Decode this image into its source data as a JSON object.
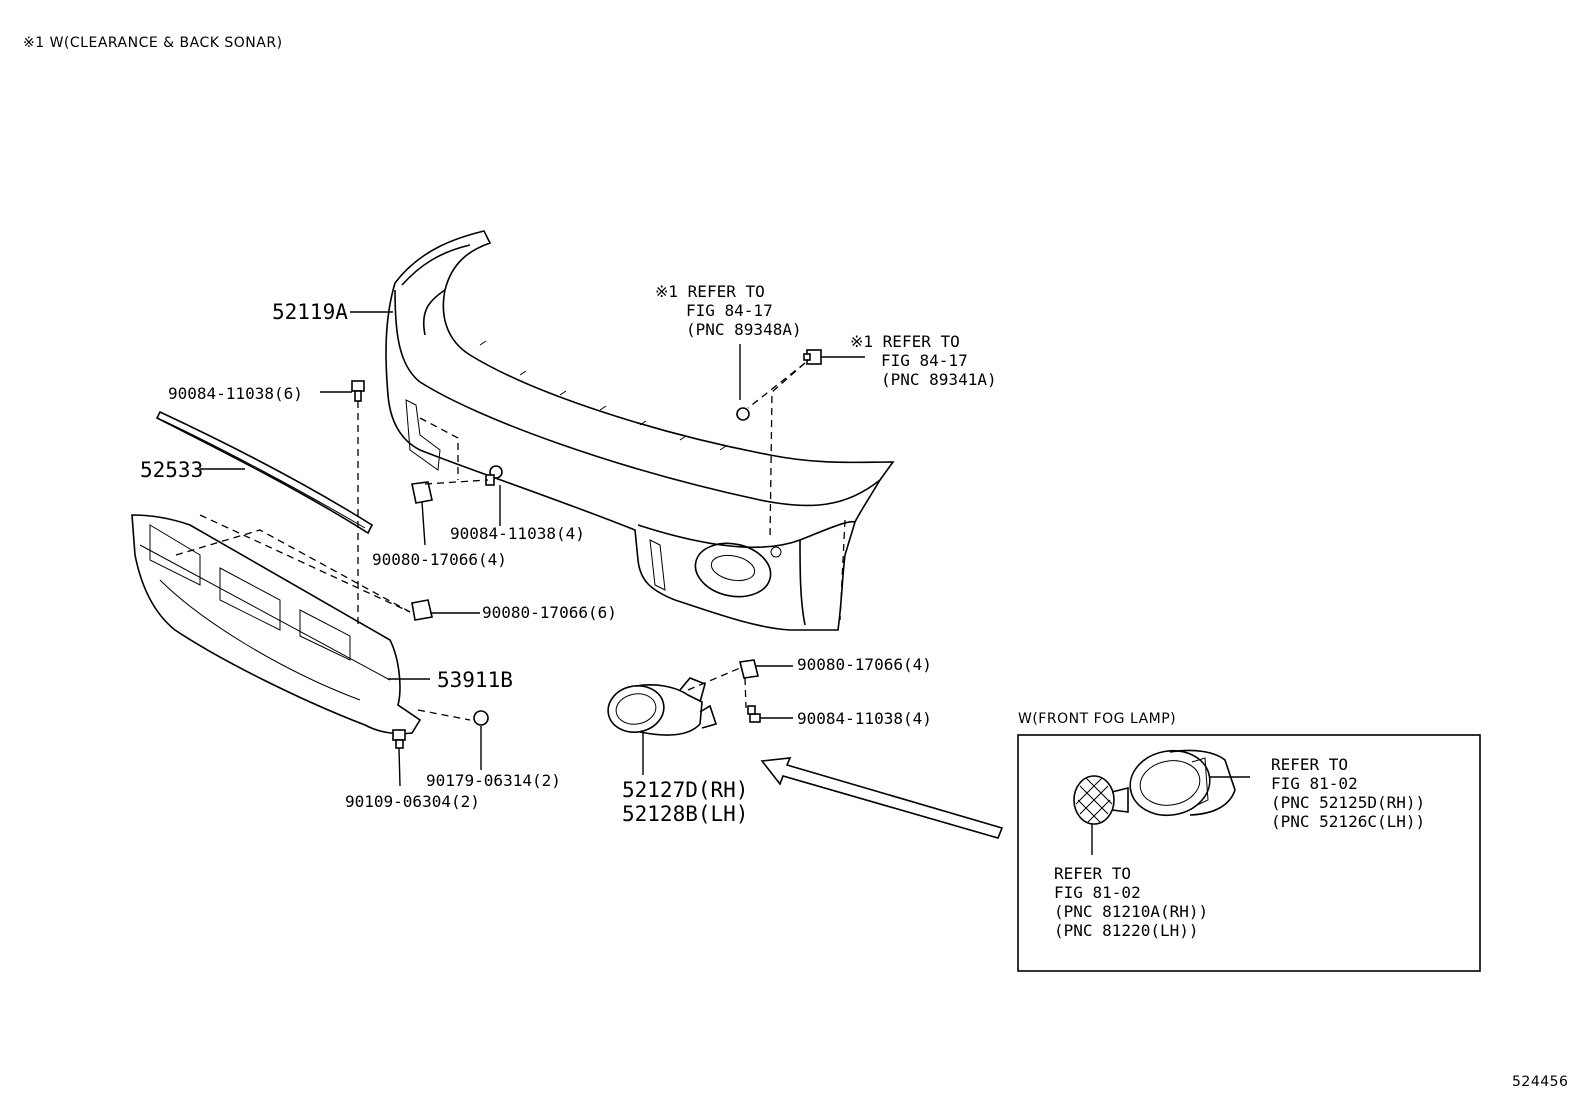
{
  "header_note": "※1 W(CLEARANCE & BACK SONAR)",
  "figure_number": "524456",
  "callouts": {
    "bumper_cover": "52119A",
    "bolt_top": "90084-11038(6)",
    "bumper_strip": "52533",
    "under_cover": "53911B",
    "bolt_mid": "90084-11038(4)",
    "clip_mid": "90080-17066(4)",
    "clip_lower": "90080-17066(6)",
    "clip_fog": "90080-17066(4)",
    "bolt_fog": "90084-11038(4)",
    "washer": "90179-06314(2)",
    "screw": "90109-06304(2)",
    "fog_lamp_rh": "52127D(RH)",
    "fog_lamp_lh": "52128B(LH)"
  },
  "refs": {
    "sonar_a": [
      "※1 REFER TO",
      "FIG 84-17",
      "(PNC 89348A)"
    ],
    "sonar_b": [
      "※1 REFER TO",
      "FIG 84-17",
      "(PNC 89341A)"
    ],
    "fog_housing": [
      "REFER TO",
      "FIG 81-02",
      "(PNC 52125D(RH))",
      "(PNC 52126C(LH))"
    ],
    "fog_bulb": [
      "REFER TO",
      "FIG 81-02",
      "(PNC 81210A(RH))",
      "(PNC 81220(LH))"
    ]
  },
  "inset_title": "W(FRONT FOG LAMP)"
}
